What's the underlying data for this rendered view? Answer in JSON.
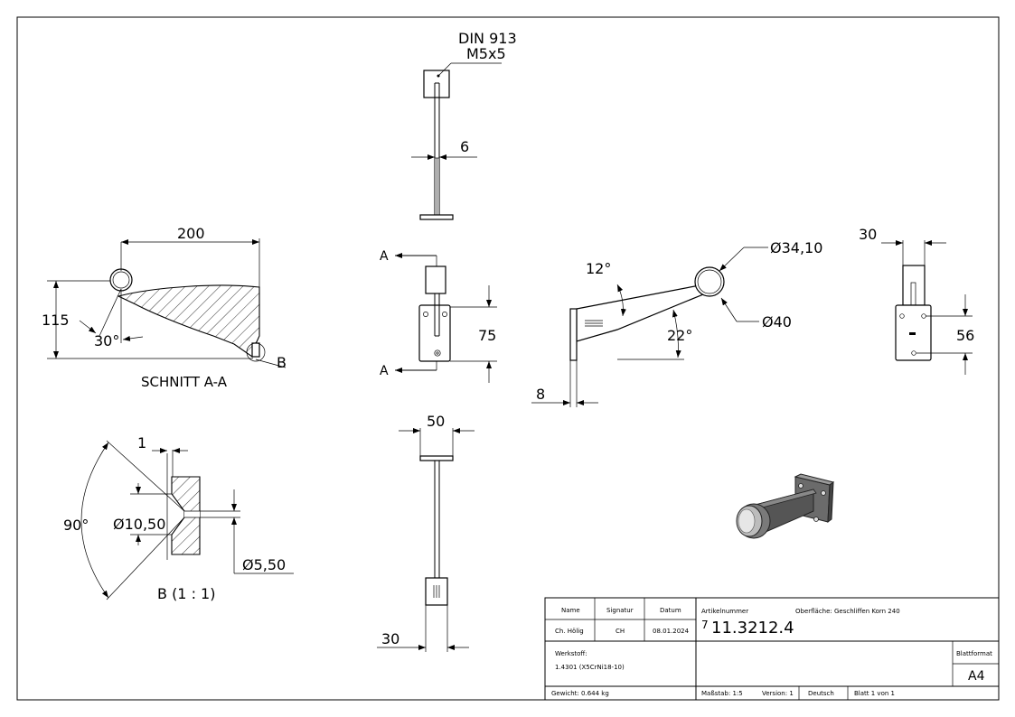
{
  "views": {
    "top_callout": {
      "line1": "DIN 913",
      "line2": "M5x5"
    },
    "top_dim": "6",
    "section": {
      "title": "SCHNITT A-A",
      "width": "200",
      "height": "115",
      "angle": "30°",
      "detail_ref": "B"
    },
    "section_markers": {
      "upper": "A",
      "lower": "A"
    },
    "front_dim": "75",
    "side": {
      "angle_top": "12°",
      "angle_bottom": "22°",
      "dia_inner": "Ø34,10",
      "dia_outer": "Ø40",
      "thickness": "8"
    },
    "right": {
      "width": "30",
      "spacing": "56"
    },
    "detail": {
      "title": "B (1 : 1)",
      "thickness": "1",
      "angle": "90°",
      "dia_countersink": "Ø10,50",
      "dia_hole": "Ø5,50"
    },
    "bottom": {
      "width": "50",
      "width_small": "30"
    }
  },
  "title_block": {
    "h_name": "Name",
    "h_signatur": "Signatur",
    "h_datum": "Datum",
    "name": "Ch. Hölig",
    "signatur": "CH",
    "datum": "08.01.2024",
    "artikel_label": "Artikelnummer",
    "artikel_prefix": "7",
    "artikel": "11.3212.4",
    "oberflaeche": "Oberfläche: Geschliffen Korn 240",
    "werkstoff_label": "Werkstoff:",
    "werkstoff": "1.4301 (X5CrNi18-10)",
    "blattformat_label": "Blattformat",
    "blattformat": "A4",
    "gewicht": "Gewicht: 0.644 kg",
    "massstab": "Maßstab: 1:5",
    "version": "Version: 1",
    "sprache": "Deutsch",
    "blatt": "Blatt 1 von 1"
  }
}
